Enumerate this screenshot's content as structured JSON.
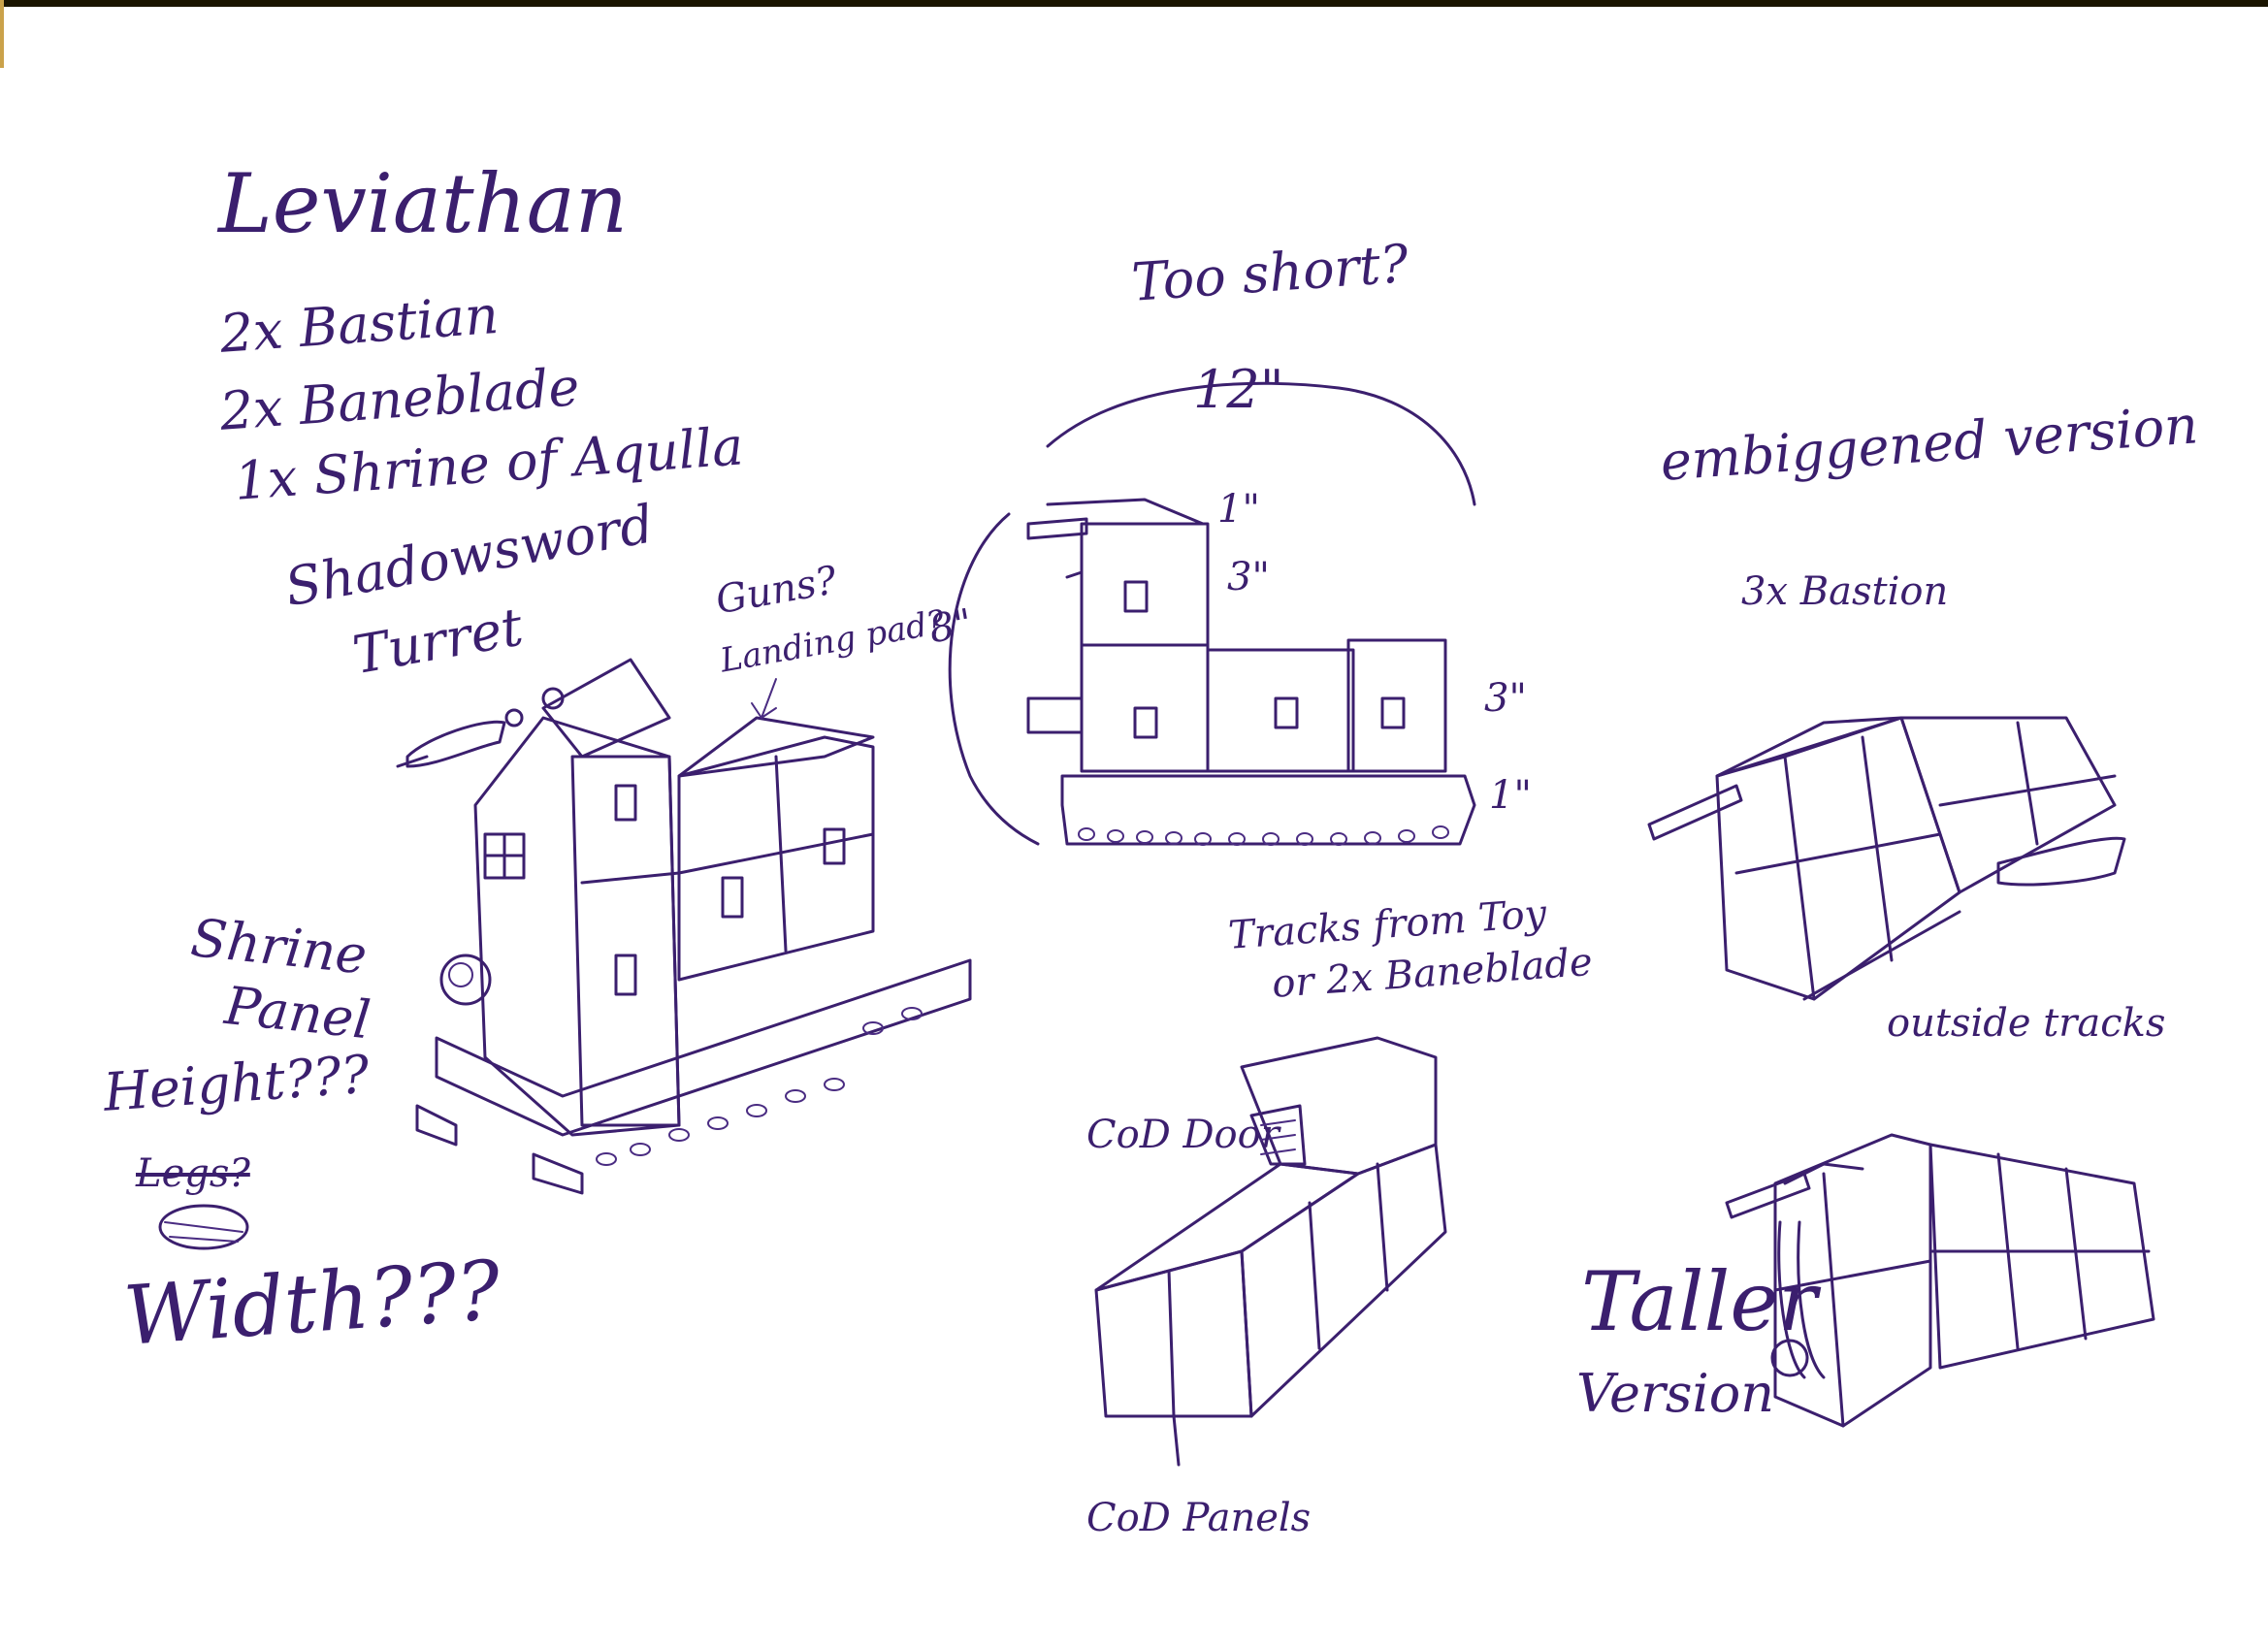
{
  "sheet": {
    "title": "Leviathan",
    "parts": [
      "2x Bastian",
      "2x Baneblade",
      "1x Shrine of Aqulla"
    ],
    "turret_note": [
      "Shadowsword",
      "Turret"
    ],
    "guns_note": "Guns?",
    "landing_note": "Landing pad?",
    "height_8": "8\"",
    "shrine_note": [
      "Shrine",
      "Panel"
    ],
    "height_note": "Height???",
    "struck_word": "Legs?",
    "width_note": "Width???",
    "too_short": "Too short?",
    "dim_12": "12\"",
    "dim_1_top": "1\"",
    "dim_3_top": "3\"",
    "dim_3_side": "3\"",
    "dim_1_bottom": "1\"",
    "tracks_note": [
      "Tracks from Toy",
      "or 2x Baneblade"
    ],
    "embiggened": "embiggened version",
    "bastion_3x": "3x Bastion",
    "outside_tracks": "outside tracks",
    "cod_door": "CoD Door",
    "cod_panels": "CoD Panels",
    "taller_version": [
      "Taller",
      "Version"
    ]
  },
  "colors": {
    "ink": "#3b1f6e",
    "paper": "#ffffff"
  }
}
